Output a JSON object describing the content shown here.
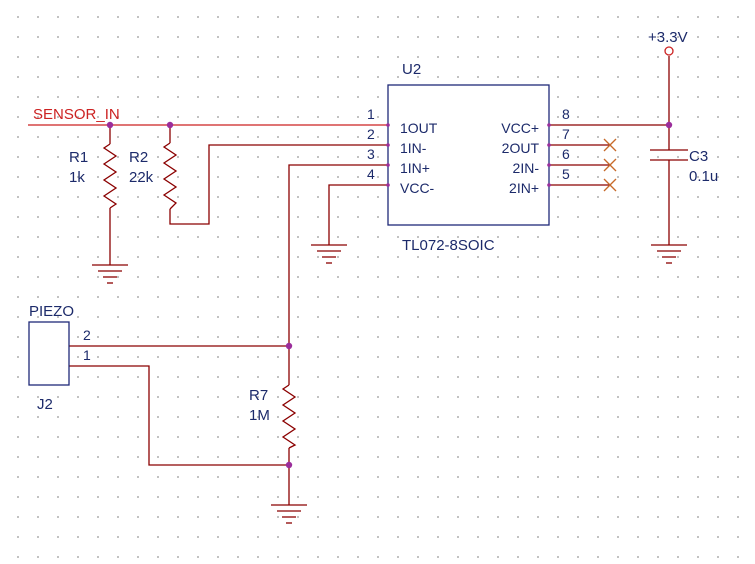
{
  "net_label": "SENSOR_IN",
  "power_label": "+3.3V",
  "u2": {
    "ref": "U2",
    "value": "TL072-8SOIC",
    "left_pins": [
      {
        "num": "1",
        "name": "1OUT"
      },
      {
        "num": "2",
        "name": "1IN-"
      },
      {
        "num": "3",
        "name": "1IN+"
      },
      {
        "num": "4",
        "name": "VCC-"
      }
    ],
    "right_pins": [
      {
        "num": "8",
        "name": "VCC+"
      },
      {
        "num": "7",
        "name": "2OUT"
      },
      {
        "num": "6",
        "name": "2IN-"
      },
      {
        "num": "5",
        "name": "2IN+"
      }
    ]
  },
  "r1": {
    "ref": "R1",
    "value": "1k"
  },
  "r2": {
    "ref": "R2",
    "value": "22k"
  },
  "r7": {
    "ref": "R7",
    "value": "1M"
  },
  "c3": {
    "ref": "C3",
    "value": "0.1u"
  },
  "j2": {
    "ref": "J2",
    "value": "PIEZO",
    "pins": [
      "2",
      "1"
    ]
  },
  "colors": {
    "wire": "#8b0000",
    "component_body": "#1f2a78",
    "text": "#1c2a6a",
    "net_label": "#cc2222",
    "junction": "#9b2d9b",
    "no_connect": "#c76a2a"
  }
}
